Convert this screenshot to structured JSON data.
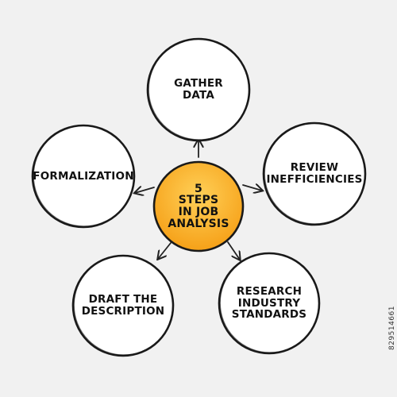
{
  "diagram": {
    "center": {
      "lines": [
        "5",
        "steps",
        "in job",
        "analysis"
      ],
      "fill": "#f6a21a",
      "fill_highlight": "#ffd058",
      "stroke": "#1a1a1a"
    },
    "nodes": [
      {
        "id": "gather-data",
        "lines": [
          "gather",
          "data"
        ]
      },
      {
        "id": "review-inefficiencies",
        "lines": [
          "review",
          "inefficiencies"
        ]
      },
      {
        "id": "research-industry-standards",
        "lines": [
          "research",
          "industry",
          "standards"
        ]
      },
      {
        "id": "draft-the-description",
        "lines": [
          "draft the",
          "description"
        ]
      },
      {
        "id": "formalization",
        "lines": [
          "formalization"
        ]
      }
    ],
    "node_fill": "#ffffff",
    "node_stroke": "#1a1a1a",
    "arrow_color": "#222222"
  },
  "stock_id": "829514661"
}
